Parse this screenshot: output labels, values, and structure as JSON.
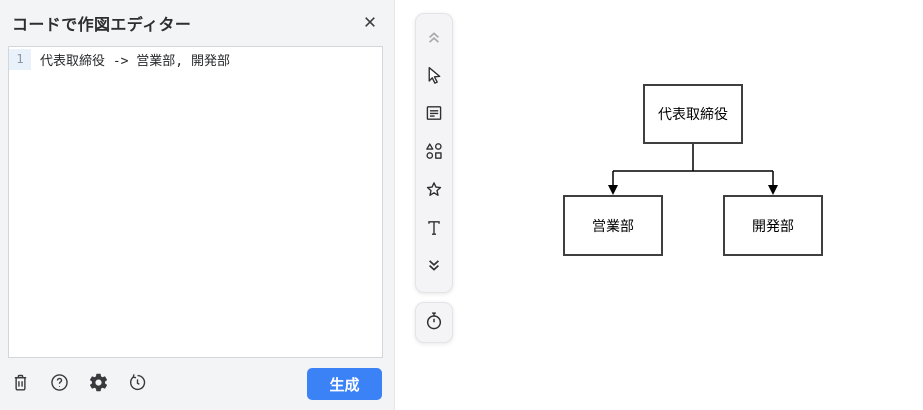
{
  "panel": {
    "title": "コードで作図エディター",
    "close_icon": "close-icon",
    "editor": {
      "line_number": "1",
      "code": "代表取締役 -> 営業部, 開発部"
    },
    "footer": {
      "trash_icon": "trash-icon",
      "help_icon": "help-icon",
      "settings_icon": "settings-icon",
      "history_icon": "history-icon",
      "generate_label": "生成"
    }
  },
  "toolbar": {
    "items": [
      "collapse-up-icon",
      "select-cursor-icon",
      "note-icon",
      "shapes-icon",
      "star-icon",
      "text-icon",
      "expand-down-icon"
    ],
    "timer_icon": "stopwatch-icon"
  },
  "diagram": {
    "nodes": [
      {
        "label": "代表取締役"
      },
      {
        "label": "営業部"
      },
      {
        "label": "開発部"
      }
    ],
    "edges": [
      {
        "from": 0,
        "to": 1
      },
      {
        "from": 0,
        "to": 2
      }
    ]
  },
  "colors": {
    "accent": "#3b82f6",
    "node_border": "#3f3f3f",
    "panel_bg": "#f3f4f6",
    "toolbar_bg": "#f4f4f6"
  }
}
